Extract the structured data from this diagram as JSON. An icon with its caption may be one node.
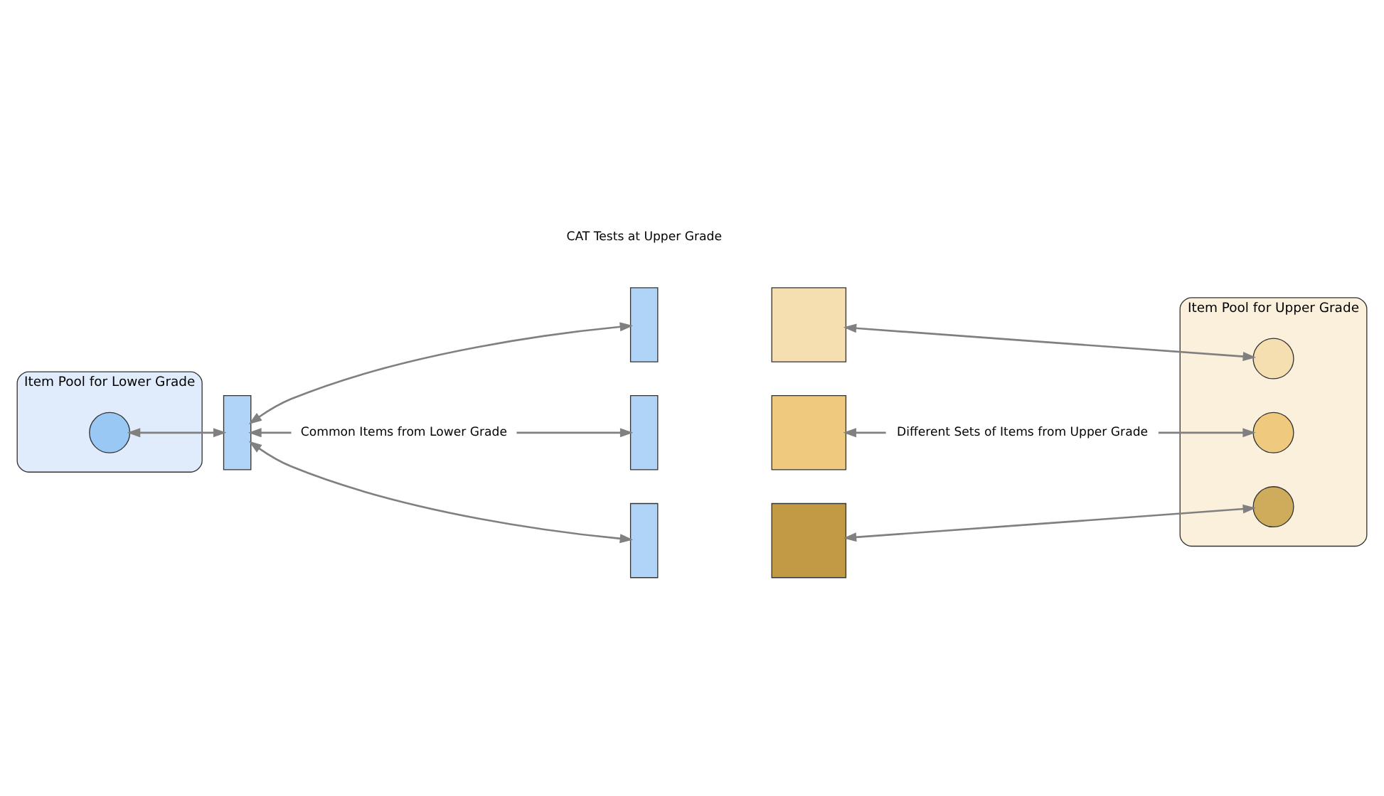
{
  "diagram": {
    "nodes": [
      {
        "text": [
          "Item Pool for Lower Grade"
        ]
      },
      {
        "text": [],
        "shape": "circle",
        "in": 0
      },
      {
        "text": [],
        "shape": "bar"
      },
      {
        "text": [
          "Item Pool for Upper Grade"
        ]
      },
      {
        "text": [],
        "shape": "circle",
        "in": 3
      },
      {
        "text": [],
        "shape": "circle",
        "in": 3
      },
      {
        "text": [],
        "shape": "circle",
        "in": 3
      },
      {
        "text": [],
        "shape": "bar"
      },
      {
        "text": [],
        "shape": "box"
      },
      {
        "text": [],
        "shape": "bar"
      },
      {
        "text": [],
        "shape": "box"
      },
      {
        "text": [],
        "shape": "bar"
      },
      {
        "text": [],
        "shape": "box"
      },
      {
        "text": [
          "Common Items from Lower Grade"
        ]
      },
      {
        "text": [
          "Different Sets of Items from Upper Grade"
        ]
      }
    ],
    "edges": [
      {
        "from": 2,
        "to": 1,
        "arrow": "both"
      },
      {
        "from": 2,
        "to": 7,
        "arrow": "both"
      },
      {
        "from": 2,
        "to": 11,
        "arrow": "both"
      },
      {
        "from": 13,
        "to": 2,
        "arrow": "to"
      },
      {
        "from": 13,
        "to": 9,
        "arrow": "to"
      },
      {
        "from": 8,
        "to": 4,
        "arrow": "both"
      },
      {
        "from": 14,
        "to": 10,
        "arrow": "to"
      },
      {
        "from": 14,
        "to": 5,
        "arrow": "to"
      },
      {
        "from": 12,
        "to": 6,
        "arrow": "both"
      }
    ],
    "labels": [
      "CAT Tests at Upper Grade"
    ]
  }
}
